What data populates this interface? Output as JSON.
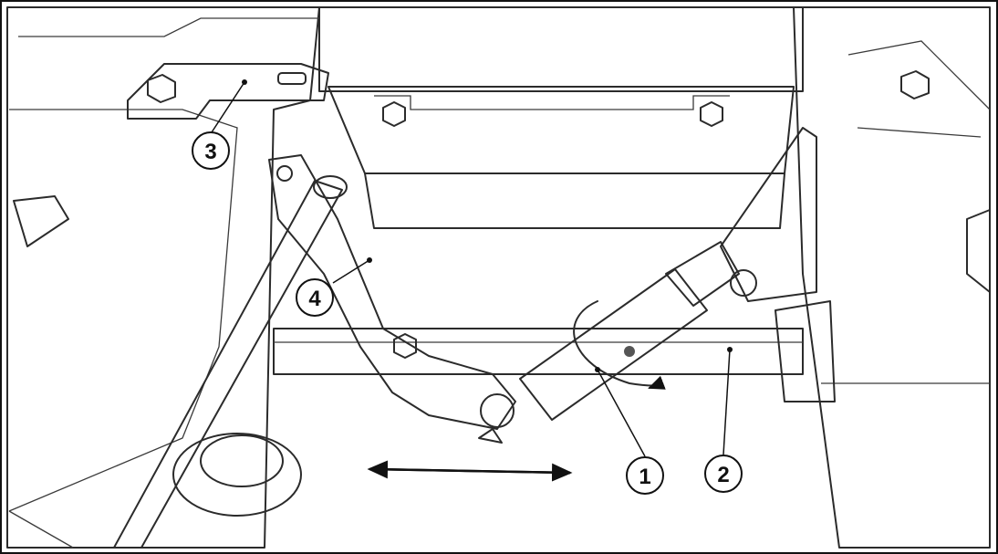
{
  "callouts": [
    {
      "id": "1",
      "label": "1"
    },
    {
      "id": "2",
      "label": "2"
    },
    {
      "id": "3",
      "label": "3"
    },
    {
      "id": "4",
      "label": "4"
    }
  ],
  "colors": {
    "background": "#ffffff",
    "part_light": "#f0f0f0",
    "part_mid": "#dcdcdc",
    "part_dark": "#bdbdbd",
    "outline": "#2b2b2b"
  },
  "icons": [
    "double-arrow-icon",
    "rotation-arrow-icon",
    "bolt-icon",
    "pin-icon"
  ]
}
